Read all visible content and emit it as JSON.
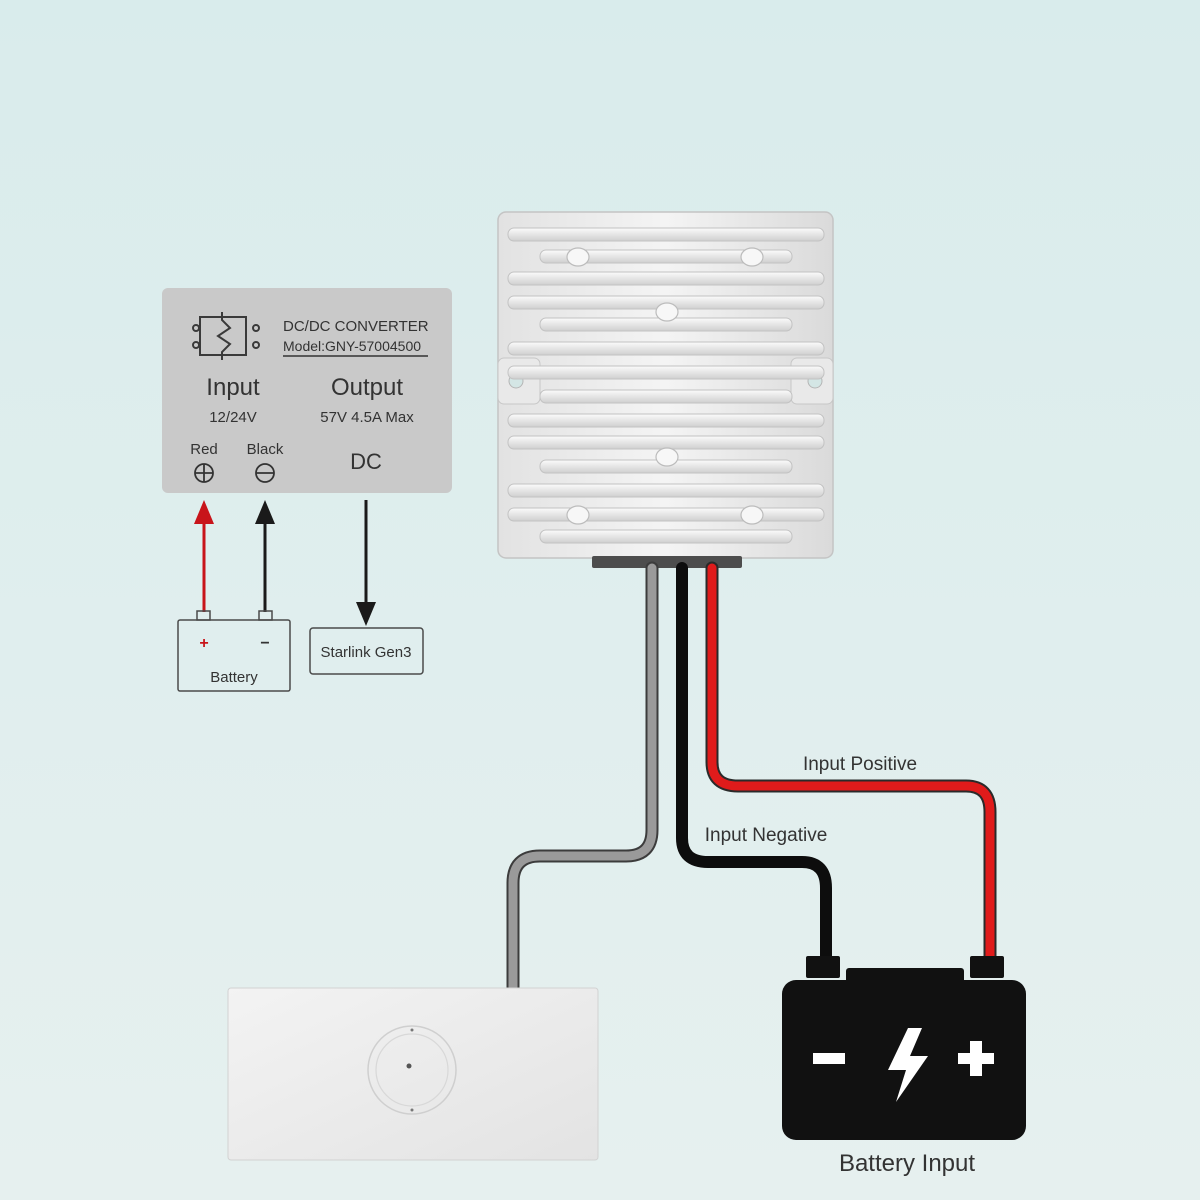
{
  "colors": {
    "background": "#dcedec",
    "label_panel": "#c9c9c9",
    "positive_wire": "#e01b1b",
    "negative_wire": "#1a1a1a",
    "output_wire": "#8e8e8e",
    "battery_body": "#111111",
    "converter_body": "#ececec"
  },
  "label_panel": {
    "title": "DC/DC CONVERTER",
    "model": "Model:GNY-57004500",
    "input_heading": "Input",
    "input_voltage": "12/24V",
    "output_heading": "Output",
    "output_rating": "57V 4.5A Max",
    "red_label": "Red",
    "black_label": "Black",
    "dc_label": "DC",
    "icon": "regulator-symbol-icon"
  },
  "mini_diagram": {
    "battery_label": "Battery",
    "plus": "+",
    "minus": "−",
    "device_label": "Starlink Gen3"
  },
  "main_diagram": {
    "input_positive": "Input Positive",
    "input_negative": "Input Negative",
    "battery_input": "Battery Input"
  }
}
